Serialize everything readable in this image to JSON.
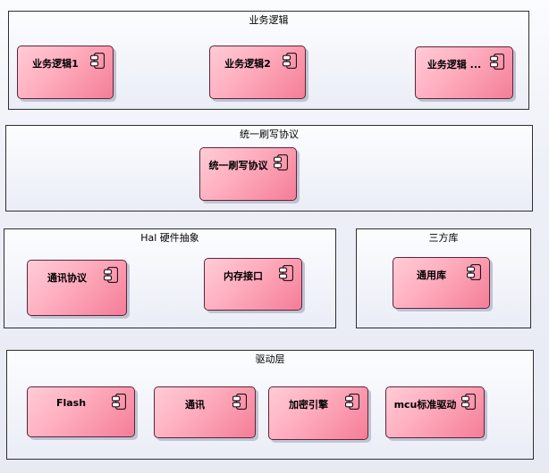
{
  "containers": [
    {
      "title": "业务逻辑",
      "components": [
        {
          "label": "业务逻辑1"
        },
        {
          "label": "业务逻辑2"
        },
        {
          "label": "业务逻辑 ..."
        }
      ]
    },
    {
      "title": "统一刷写协议",
      "components": [
        {
          "label": "统一刷写协议"
        }
      ]
    },
    {
      "title": "Hal 硬件抽象",
      "components": [
        {
          "label": "通讯协议"
        },
        {
          "label": "内存接口"
        }
      ]
    },
    {
      "title": "三方库",
      "components": [
        {
          "label": "通用库"
        }
      ]
    },
    {
      "title": "驱动层",
      "components": [
        {
          "label": "Flash"
        },
        {
          "label": "通讯"
        },
        {
          "label": "加密引擎"
        },
        {
          "label": "mcu标准驱动"
        }
      ]
    }
  ],
  "icons": {
    "component_icon": "uml-component-icon"
  },
  "colors": {
    "page_bg_top": "#fbfcfe",
    "page_bg_bottom": "#e7eaf3",
    "frame_fill_top": "#fcfdff",
    "frame_fill_bottom": "#eaedf6",
    "frame_border": "#2f2f2f",
    "component_fill_light": "#ffccd6",
    "component_fill_dark": "#f47d97",
    "component_border": "#5e2438",
    "component_shadow": "#bfc3d2",
    "text": "#000000"
  }
}
